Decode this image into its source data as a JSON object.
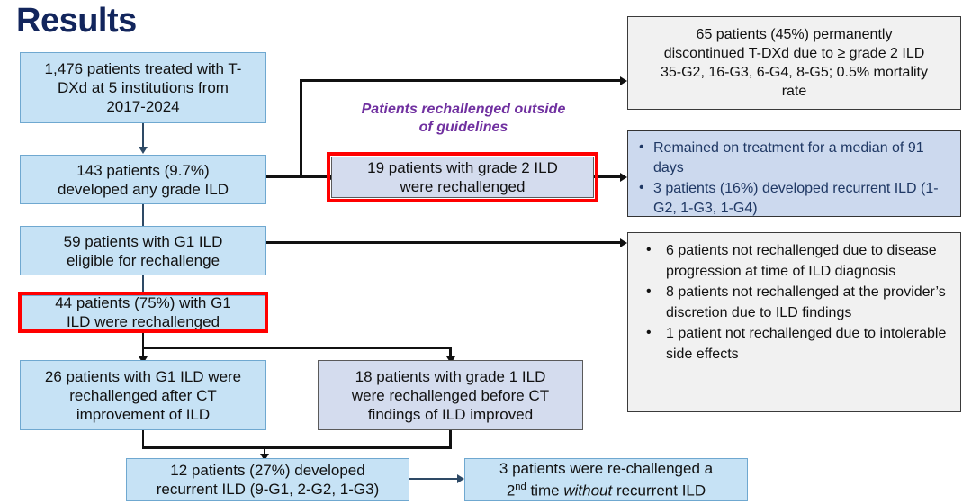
{
  "page": {
    "title": "Results",
    "title_color": "#12255c",
    "background": "#ffffff"
  },
  "caption": {
    "line1": "Patients rechallenged outside",
    "line2": "of guidelines",
    "color": "#7030a0"
  },
  "colors": {
    "node_blue_fill": "#c6e2f5",
    "node_blue_border": "#6fa8d0",
    "node_lavender_fill": "#d4dcee",
    "node_gray_fill": "#f1f1f1",
    "highlight_red": "#ff0000",
    "connector": "#2e4a66"
  },
  "nodes": {
    "cohort": {
      "line1": "1,476 patients treated with T-",
      "line2": "DXd at 5 institutions from",
      "line3": "2017-2024"
    },
    "any_ild": {
      "line1": "143 patients (9.7%)",
      "line2": "developed any grade ILD"
    },
    "g1_eligible": {
      "line1": "59 patients with G1 ILD",
      "line2": "eligible for rechallenge"
    },
    "g1_rechallenged": {
      "line1": "44 patients (75%) with G1",
      "line2": "ILD were rechallenged",
      "highlighted": true
    },
    "g2_rechallenged": {
      "line1": "19 patients with grade 2 ILD",
      "line2": "were rechallenged",
      "highlighted": true
    },
    "after_ct": {
      "line1": "26 patients with G1 ILD were",
      "line2": "rechallenged after CT",
      "line3": "improvement of ILD"
    },
    "before_ct": {
      "line1": "18 patients with grade 1 ILD",
      "line2": "were rechallenged before CT",
      "line3": "findings of ILD improved"
    },
    "recurrent_ild": {
      "line1": "12 patients (27%) developed",
      "line2": "recurrent ILD (9-G1, 2-G2, 1-G3)"
    },
    "second_rechallenge": {
      "line1": "3 patients were re-challenged a",
      "line2_a": "2",
      "line2_sup": "nd",
      "line2_b": " time ",
      "line2_em": "without",
      "line2_c": " recurrent ILD"
    },
    "discontinued": {
      "line1": "65 patients (45%) permanently",
      "line2": "discontinued T-DXd due to ≥ grade 2 ILD",
      "line3": "35-G2, 16-G3, 6-G4, 8-G5; 0.5% mortality",
      "line4": "rate"
    },
    "g2_outcomes": {
      "bullet1": "Remained on treatment for a median of 91 days",
      "bullet2": "3 patients (16%) developed recurrent ILD (1-G2, 1-G3, 1-G4)"
    },
    "not_rechallenged": {
      "bullet1": "6 patients not rechallenged due to disease progression at time of ILD diagnosis",
      "bullet2": "8 patients not rechallenged at the provider’s discretion due to ILD findings",
      "bullet3": "1 patient not rechallenged due to intolerable side effects"
    }
  },
  "bullet_glyph": "•"
}
